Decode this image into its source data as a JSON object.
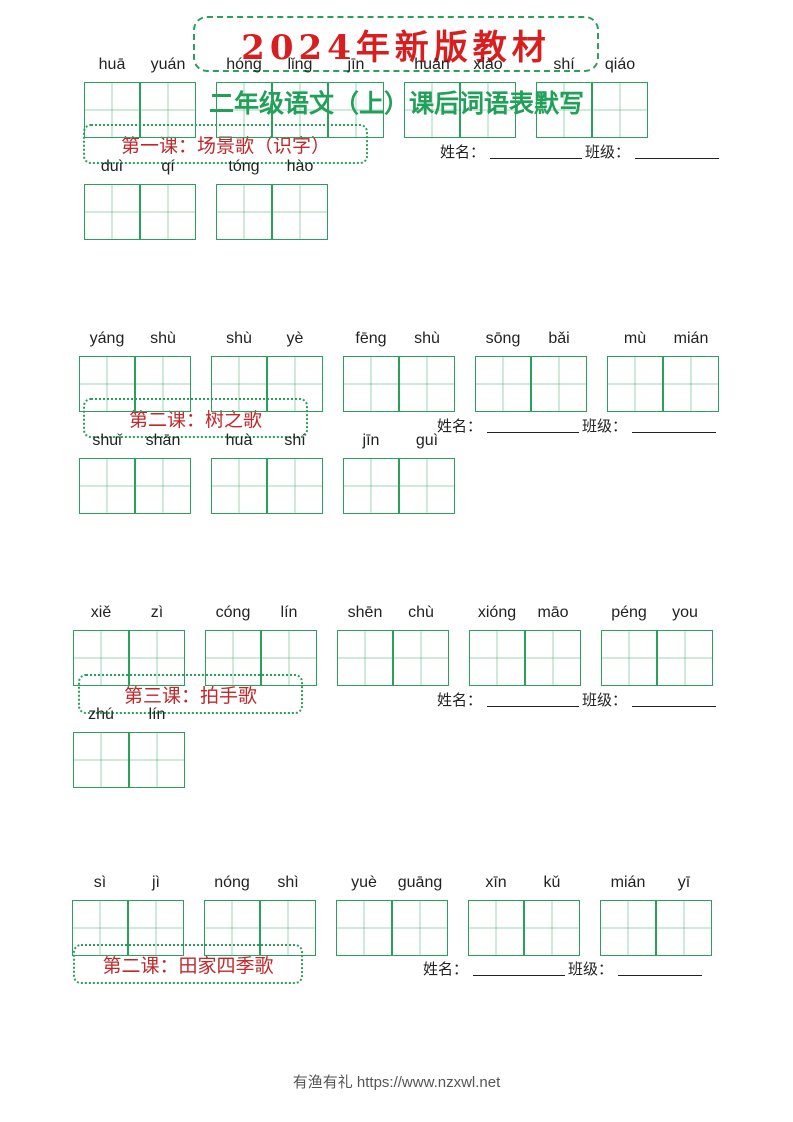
{
  "header": {
    "title": "2024年新版教材",
    "subtitle": "二年级语文（上）课后词语表默写"
  },
  "labels": {
    "name": "姓名：",
    "class": "班级："
  },
  "lessons": [
    {
      "title": "第一课：场景歌（识字）",
      "rows": [
        [
          [
            "huā",
            "yuán"
          ],
          [
            "hóng",
            "lǐng",
            "jīn"
          ],
          [
            "huān",
            "xiào"
          ],
          [
            "shí",
            "qiáo"
          ]
        ],
        [
          [
            "duì",
            "qí"
          ],
          [
            "tóng",
            "hào"
          ]
        ]
      ]
    },
    {
      "title": "第二课：树之歌",
      "rows": [
        [
          [
            "yáng",
            "shù"
          ],
          [
            "shù",
            "yè"
          ],
          [
            "fēng",
            "shù"
          ],
          [
            "sōng",
            "bǎi"
          ],
          [
            "mù",
            "mián"
          ]
        ],
        [
          [
            "shuǐ",
            "shān"
          ],
          [
            "huà",
            "shí"
          ],
          [
            "jīn",
            "guì"
          ]
        ]
      ]
    },
    {
      "title": "第三课：拍手歌",
      "rows": [
        [
          [
            "xiě",
            "zì"
          ],
          [
            "cóng",
            "lín"
          ],
          [
            "shēn",
            "chù"
          ],
          [
            "xióng",
            "māo"
          ],
          [
            "péng",
            "you"
          ]
        ],
        [
          [
            "zhú",
            "lín"
          ]
        ]
      ]
    },
    {
      "title": "第二课：田家四季歌",
      "rows": [
        [
          [
            "sì",
            "jì"
          ],
          [
            "nóng",
            "shì"
          ],
          [
            "yuè",
            "guāng"
          ],
          [
            "xīn",
            "kǔ"
          ],
          [
            "mián",
            "yī"
          ]
        ]
      ]
    }
  ],
  "footer": {
    "watermark": "有渔有礼 https://www.nzxwl.net"
  },
  "colors": {
    "accent_green": "#2aa15a",
    "title_red": "#d81e1e",
    "lesson_red": "#c0282b"
  }
}
